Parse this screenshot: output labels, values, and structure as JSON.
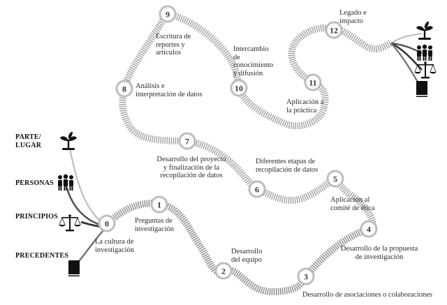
{
  "legend": {
    "place": "PARTE/\nLUGAR",
    "people": "PERSONAS",
    "principles": "PRINCIPIOS",
    "precedents": "PRECEDENTES"
  },
  "stages": [
    {
      "n": "0",
      "label": "La cultura de\ninvestigación"
    },
    {
      "n": "1",
      "label": "Preguntas de\ninvestigación"
    },
    {
      "n": "2",
      "label": "Desarrollo\ndel equipo"
    },
    {
      "n": "3",
      "label": "Desarrollo de asociaciones o colaboraciones"
    },
    {
      "n": "4",
      "label": "Desarrollo de la propuesta\nde investigación"
    },
    {
      "n": "5",
      "label": "Aplicación al\ncomité de ética"
    },
    {
      "n": "6",
      "label": "Diferentes etapas de\nrecopilación de datos"
    },
    {
      "n": "7",
      "label": "Desarrollo del proyecto\ny finalización de la\nrecopilación de datos"
    },
    {
      "n": "8",
      "label": "Análisis e\ninterpretación de datos"
    },
    {
      "n": "9",
      "label": "Escritura de\nreportes y\nartículos"
    },
    {
      "n": "10",
      "label": "Intercambio\nde\nconocimiento\ny difusión"
    },
    {
      "n": "11",
      "label": "Aplicación a\nla práctica"
    },
    {
      "n": "12",
      "label": "Legado e\nimpacto"
    }
  ],
  "icons": [
    "sprout-icon",
    "people-icon",
    "scales-icon",
    "book-icon"
  ]
}
